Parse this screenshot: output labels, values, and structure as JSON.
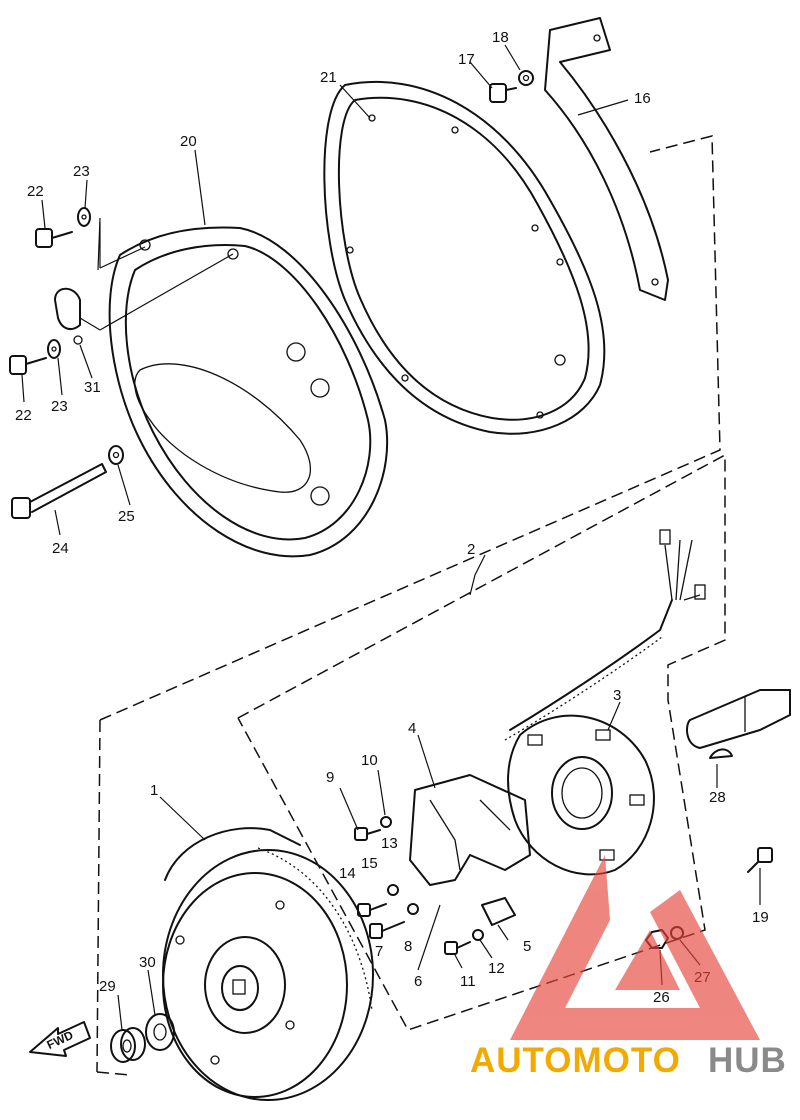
{
  "part_labels": [
    {
      "id": "p1",
      "text": "1"
    },
    {
      "id": "p2",
      "text": "2"
    },
    {
      "id": "p3",
      "text": "3"
    },
    {
      "id": "p4",
      "text": "4"
    },
    {
      "id": "p5",
      "text": "5"
    },
    {
      "id": "p6",
      "text": "6"
    },
    {
      "id": "p7",
      "text": "7"
    },
    {
      "id": "p8",
      "text": "8"
    },
    {
      "id": "p9",
      "text": "9"
    },
    {
      "id": "p10",
      "text": "10"
    },
    {
      "id": "p11",
      "text": "11"
    },
    {
      "id": "p12",
      "text": "12"
    },
    {
      "id": "p13",
      "text": "13"
    },
    {
      "id": "p14",
      "text": "14"
    },
    {
      "id": "p15",
      "text": "15"
    },
    {
      "id": "p16",
      "text": "16"
    },
    {
      "id": "p17",
      "text": "17"
    },
    {
      "id": "p18",
      "text": "18"
    },
    {
      "id": "p19",
      "text": "19"
    },
    {
      "id": "p20",
      "text": "20"
    },
    {
      "id": "p21",
      "text": "21"
    },
    {
      "id": "p22a",
      "text": "22"
    },
    {
      "id": "p22b",
      "text": "22"
    },
    {
      "id": "p23a",
      "text": "23"
    },
    {
      "id": "p23b",
      "text": "23"
    },
    {
      "id": "p24",
      "text": "24"
    },
    {
      "id": "p25",
      "text": "25"
    },
    {
      "id": "p26",
      "text": "26"
    },
    {
      "id": "p27",
      "text": "27"
    },
    {
      "id": "p28",
      "text": "28"
    },
    {
      "id": "p29",
      "text": "29"
    },
    {
      "id": "p30",
      "text": "30"
    },
    {
      "id": "p31",
      "text": "31"
    }
  ],
  "direction_arrow": {
    "text": "FWD"
  },
  "watermark": {
    "part1": "AUTOMOTO",
    "part2": "HUB",
    "color_primary": "#f2a900",
    "color_secondary": "#8a8a8a",
    "logo_color": "#e8453c"
  }
}
